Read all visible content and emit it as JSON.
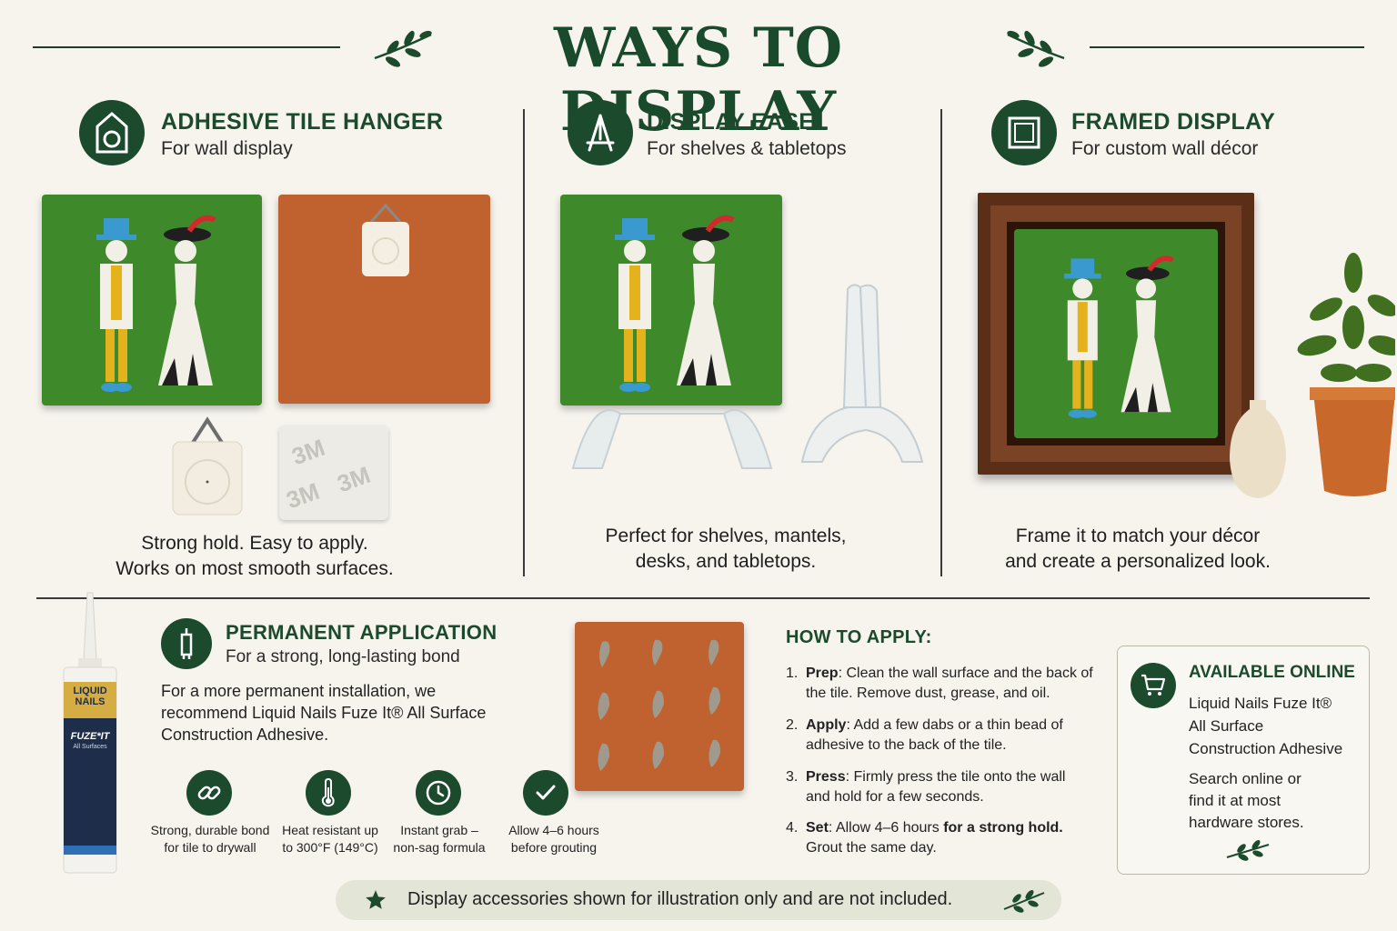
{
  "header": {
    "title": "WAYS TO DISPLAY"
  },
  "sections": [
    {
      "icon": "tile-hanger-icon",
      "title": "ADHESIVE TILE HANGER",
      "subtitle": "For wall display",
      "caption_lines": [
        "Strong hold. Easy to apply.",
        "Works on most smooth surfaces."
      ]
    },
    {
      "icon": "easel-icon",
      "title": "DISPLAY EASEL",
      "subtitle": "For shelves & tabletops",
      "caption_lines": [
        "Perfect for shelves, mantels,",
        "desks, and tabletops."
      ]
    },
    {
      "icon": "frame-icon",
      "title": "FRAMED DISPLAY",
      "subtitle": "For custom wall décor",
      "caption_lines": [
        "Frame it to match your décor",
        "and create a personalized look."
      ]
    }
  ],
  "product": {
    "brand_line1": "LIQUID",
    "brand_line2": "NAILS",
    "name": "FUZE*IT",
    "tagline": "All Surfaces"
  },
  "permanent": {
    "icon": "adhesive-tube-icon",
    "title": "PERMANENT APPLICATION",
    "subtitle": "For a strong, long-lasting bond",
    "body_lines": [
      "For a more permanent installation, we",
      "recommend Liquid Nails Fuze It® All Surface",
      "Construction Adhesive."
    ],
    "features": [
      {
        "icon": "chain-link-icon",
        "lines": [
          "Strong, durable bond",
          "for tile to drywall"
        ]
      },
      {
        "icon": "thermometer-icon",
        "lines": [
          "Heat resistant up",
          "to 300°F (149°C)"
        ]
      },
      {
        "icon": "clock-icon",
        "lines": [
          "Instant grab –",
          "non-sag formula"
        ]
      },
      {
        "icon": "checkmark-icon",
        "lines": [
          "Allow 4–6 hours",
          "before grouting"
        ]
      }
    ]
  },
  "how_to": {
    "title": "HOW TO APPLY:",
    "steps": [
      {
        "num": "1.",
        "label": "Prep",
        "lines": [
          ": Clean the wall surface and the back of",
          "the tile. Remove dust, grease, and oil."
        ]
      },
      {
        "num": "2.",
        "label": "Apply",
        "lines": [
          ": Add a few dabs or a thin bead of",
          "adhesive to the back of the tile."
        ]
      },
      {
        "num": "3.",
        "label": "Press",
        "lines": [
          ": Firmly press the tile onto the wall",
          "and hold for a few seconds."
        ]
      },
      {
        "num": "4.",
        "label": "Set",
        "lines": [
          ": Allow 4–6 hours ",
          "Grout the same day."
        ],
        "bold_mid": "for a strong hold."
      }
    ]
  },
  "online": {
    "icon": "shopping-cart-icon",
    "title": "AVAILABLE ONLINE",
    "product_lines": [
      "Liquid Nails Fuze It®",
      "All Surface",
      "Construction Adhesive"
    ],
    "search_lines": [
      "Search online or",
      "find it at most",
      "hardware stores."
    ]
  },
  "footer": {
    "icon": "star-icon",
    "text": "Display accessories shown for illustration only and are not included."
  },
  "tape_label": "3M",
  "colors": {
    "brand_green": "#1b4a2d",
    "tile_green": "#3e8a2b",
    "terracotta": "#c0622f",
    "background": "#f7f4ee"
  }
}
